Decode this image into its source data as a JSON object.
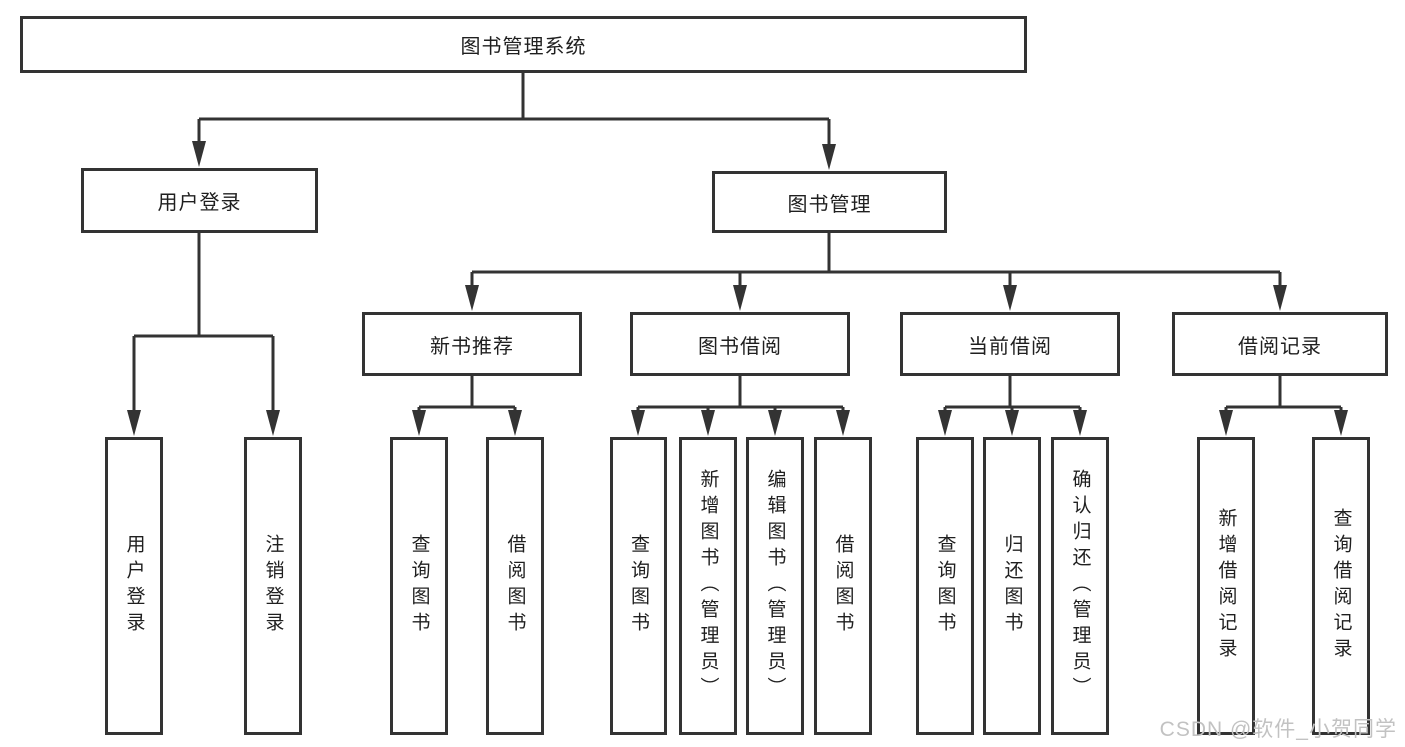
{
  "nodes": {
    "root": "图书管理系统",
    "l2_user": "用户登录",
    "l2_book": "图书管理",
    "l3_new_book": "新书推荐",
    "l3_borrow": "图书借阅",
    "l3_current": "当前借阅",
    "l3_records": "借阅记录",
    "leaf_user_login": "用户登录",
    "leaf_logout": "注销登录",
    "leaf_nb_query": "查询图书",
    "leaf_nb_borrow": "借阅图书",
    "leaf_bb_query": "查询图书",
    "leaf_bb_add": "新增图书（管理员）",
    "leaf_bb_edit": "编辑图书（管理员）",
    "leaf_bb_borrow": "借阅图书",
    "leaf_cb_query": "查询图书",
    "leaf_cb_return": "归还图书",
    "leaf_cb_confirm": "确认归还（管理员）",
    "leaf_rec_add": "新增借阅记录",
    "leaf_rec_query": "查询借阅记录"
  },
  "watermark": "CSDN @软件_小贺同学",
  "colors": {
    "line": "#333333",
    "box_border": "#333333",
    "text": "#1f1f1f",
    "background": "#ffffff",
    "watermark": "#c2c2c2"
  }
}
